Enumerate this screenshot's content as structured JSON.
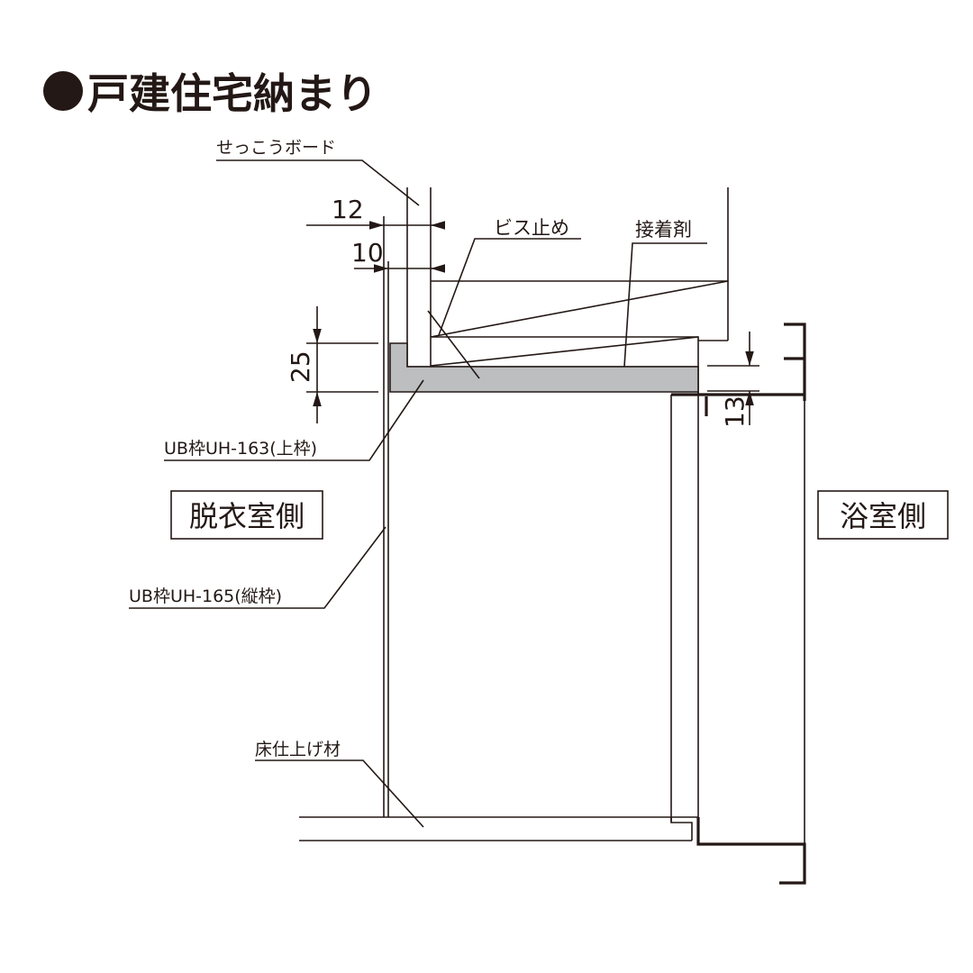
{
  "title": "戸建住宅納まり",
  "colors": {
    "ink": "#231815",
    "frame_fill": "#bcbec0"
  },
  "labels": {
    "gypsum_board": "せっこうボード",
    "screw": "ビス止め",
    "adhesive": "接着剤",
    "top_frame": "UB枠UH-163(上枠)",
    "vertical_frame": "UB枠UH-165(縦枠)",
    "floor_finish": "床仕上げ材",
    "dressing_room_side": "脱衣室側",
    "bathroom_side": "浴室側"
  },
  "dimensions": {
    "d12": "12",
    "d10": "10",
    "d25": "25",
    "d13": "13"
  }
}
